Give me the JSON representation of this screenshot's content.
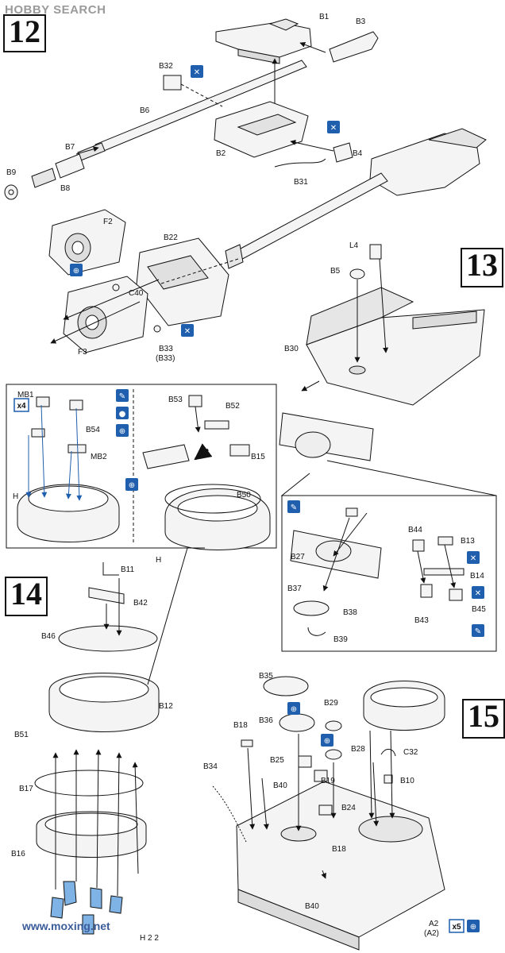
{
  "watermark": "HOBBY SEARCH",
  "bottom_watermark": "www.moxing.net",
  "steps": [
    "12",
    "13",
    "14",
    "15"
  ],
  "page_marker": "H 2 2",
  "multipliers": {
    "x4": "x4",
    "x5": "x5"
  },
  "labels": {
    "B1": "B1",
    "B3": "B3",
    "B32": "B32",
    "B6": "B6",
    "B7": "B7",
    "B9": "B9",
    "B8": "B8",
    "B2": "B2",
    "B4": "B4",
    "B31": "B31",
    "F2": "F2",
    "B22": "B22",
    "C40": "C40",
    "F3": "F3",
    "B33": "B33",
    "B33p": "(B33)",
    "L4": "L4",
    "B5": "B5",
    "B30": "B30",
    "MB1": "MB1",
    "B54": "B54",
    "MB2": "MB2",
    "H": "H",
    "B53": "B53",
    "B52": "B52",
    "B15": "B15",
    "B50": "B50",
    "H2": "H",
    "B44": "B44",
    "B13": "B13",
    "B27": "B27",
    "B14": "B14",
    "B45": "B45",
    "B43": "B43",
    "B37": "B37",
    "B38": "B38",
    "B39": "B39",
    "B11": "B11",
    "B42": "B42",
    "B46": "B46",
    "B12": "B12",
    "B51": "B51",
    "B17": "B17",
    "B16": "B16",
    "B35": "B35",
    "B29": "B29",
    "B36": "B36",
    "B18": "B18",
    "B28": "B28",
    "C32": "C32",
    "B34": "B34",
    "B25": "B25",
    "B40": "B40",
    "B19": "B19",
    "B10": "B10",
    "B24": "B24",
    "B18b": "B18",
    "B40b": "B40",
    "A2": "A2",
    "A2p": "(A2)"
  },
  "colors": {
    "line": "#111111",
    "accent_blue": "#1f5fae",
    "part_blue": "#7fb3e6",
    "bg": "#ffffff",
    "part_fill": "#f2f2f2"
  },
  "icons": [
    "cement-icon",
    "no-cement-icon",
    "drill-icon",
    "paint-icon"
  ]
}
